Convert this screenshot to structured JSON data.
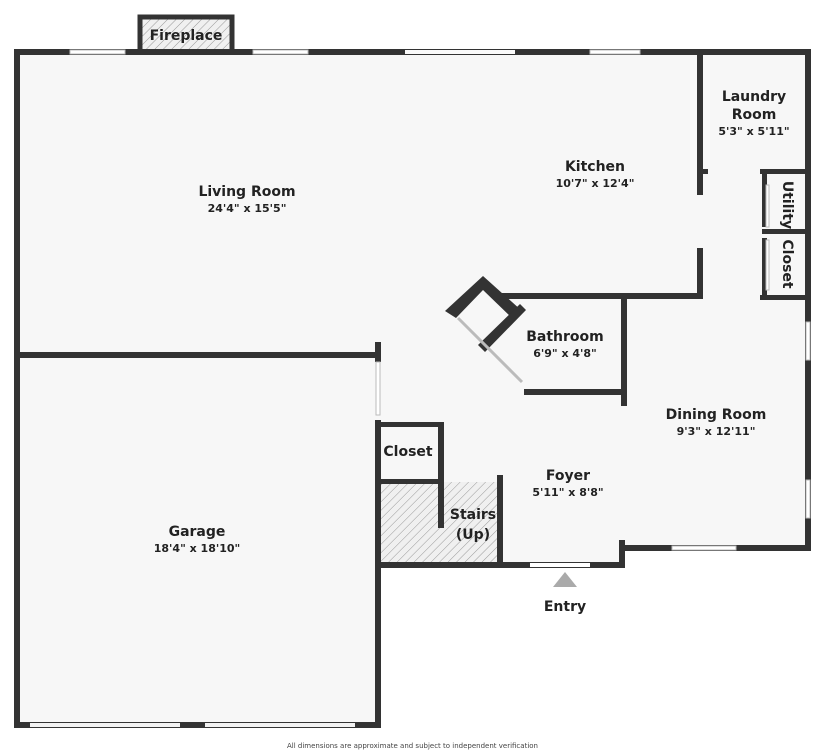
{
  "rooms": {
    "fireplace": {
      "name": "Fireplace"
    },
    "living": {
      "name": "Living Room",
      "dims": "24'4\" x 15'5\""
    },
    "kitchen": {
      "name": "Kitchen",
      "dims": "10'7\" x 12'4\""
    },
    "laundry": {
      "name1": "Laundry",
      "name2": "Room",
      "dims": "5'3\" x 5'11\""
    },
    "utility": {
      "name": "Utility"
    },
    "closet_right": {
      "name": "Closet"
    },
    "bathroom": {
      "name": "Bathroom",
      "dims": "6'9\" x 4'8\""
    },
    "dining": {
      "name": "Dining Room",
      "dims": "9'3\" x 12'11\""
    },
    "closet": {
      "name": "Closet"
    },
    "foyer": {
      "name": "Foyer",
      "dims": "5'11\" x 8'8\""
    },
    "stairs": {
      "name1": "Stairs",
      "name2": "(Up)"
    },
    "garage": {
      "name": "Garage",
      "dims": "18'4\" x 18'10\""
    }
  },
  "entry": {
    "label": "Entry"
  },
  "footer": "All dimensions are approximate and subject to independent verification",
  "colors": {
    "wall": "#333333",
    "floor": "#f7f7f7",
    "entry_marker": "#aaaaaa"
  }
}
